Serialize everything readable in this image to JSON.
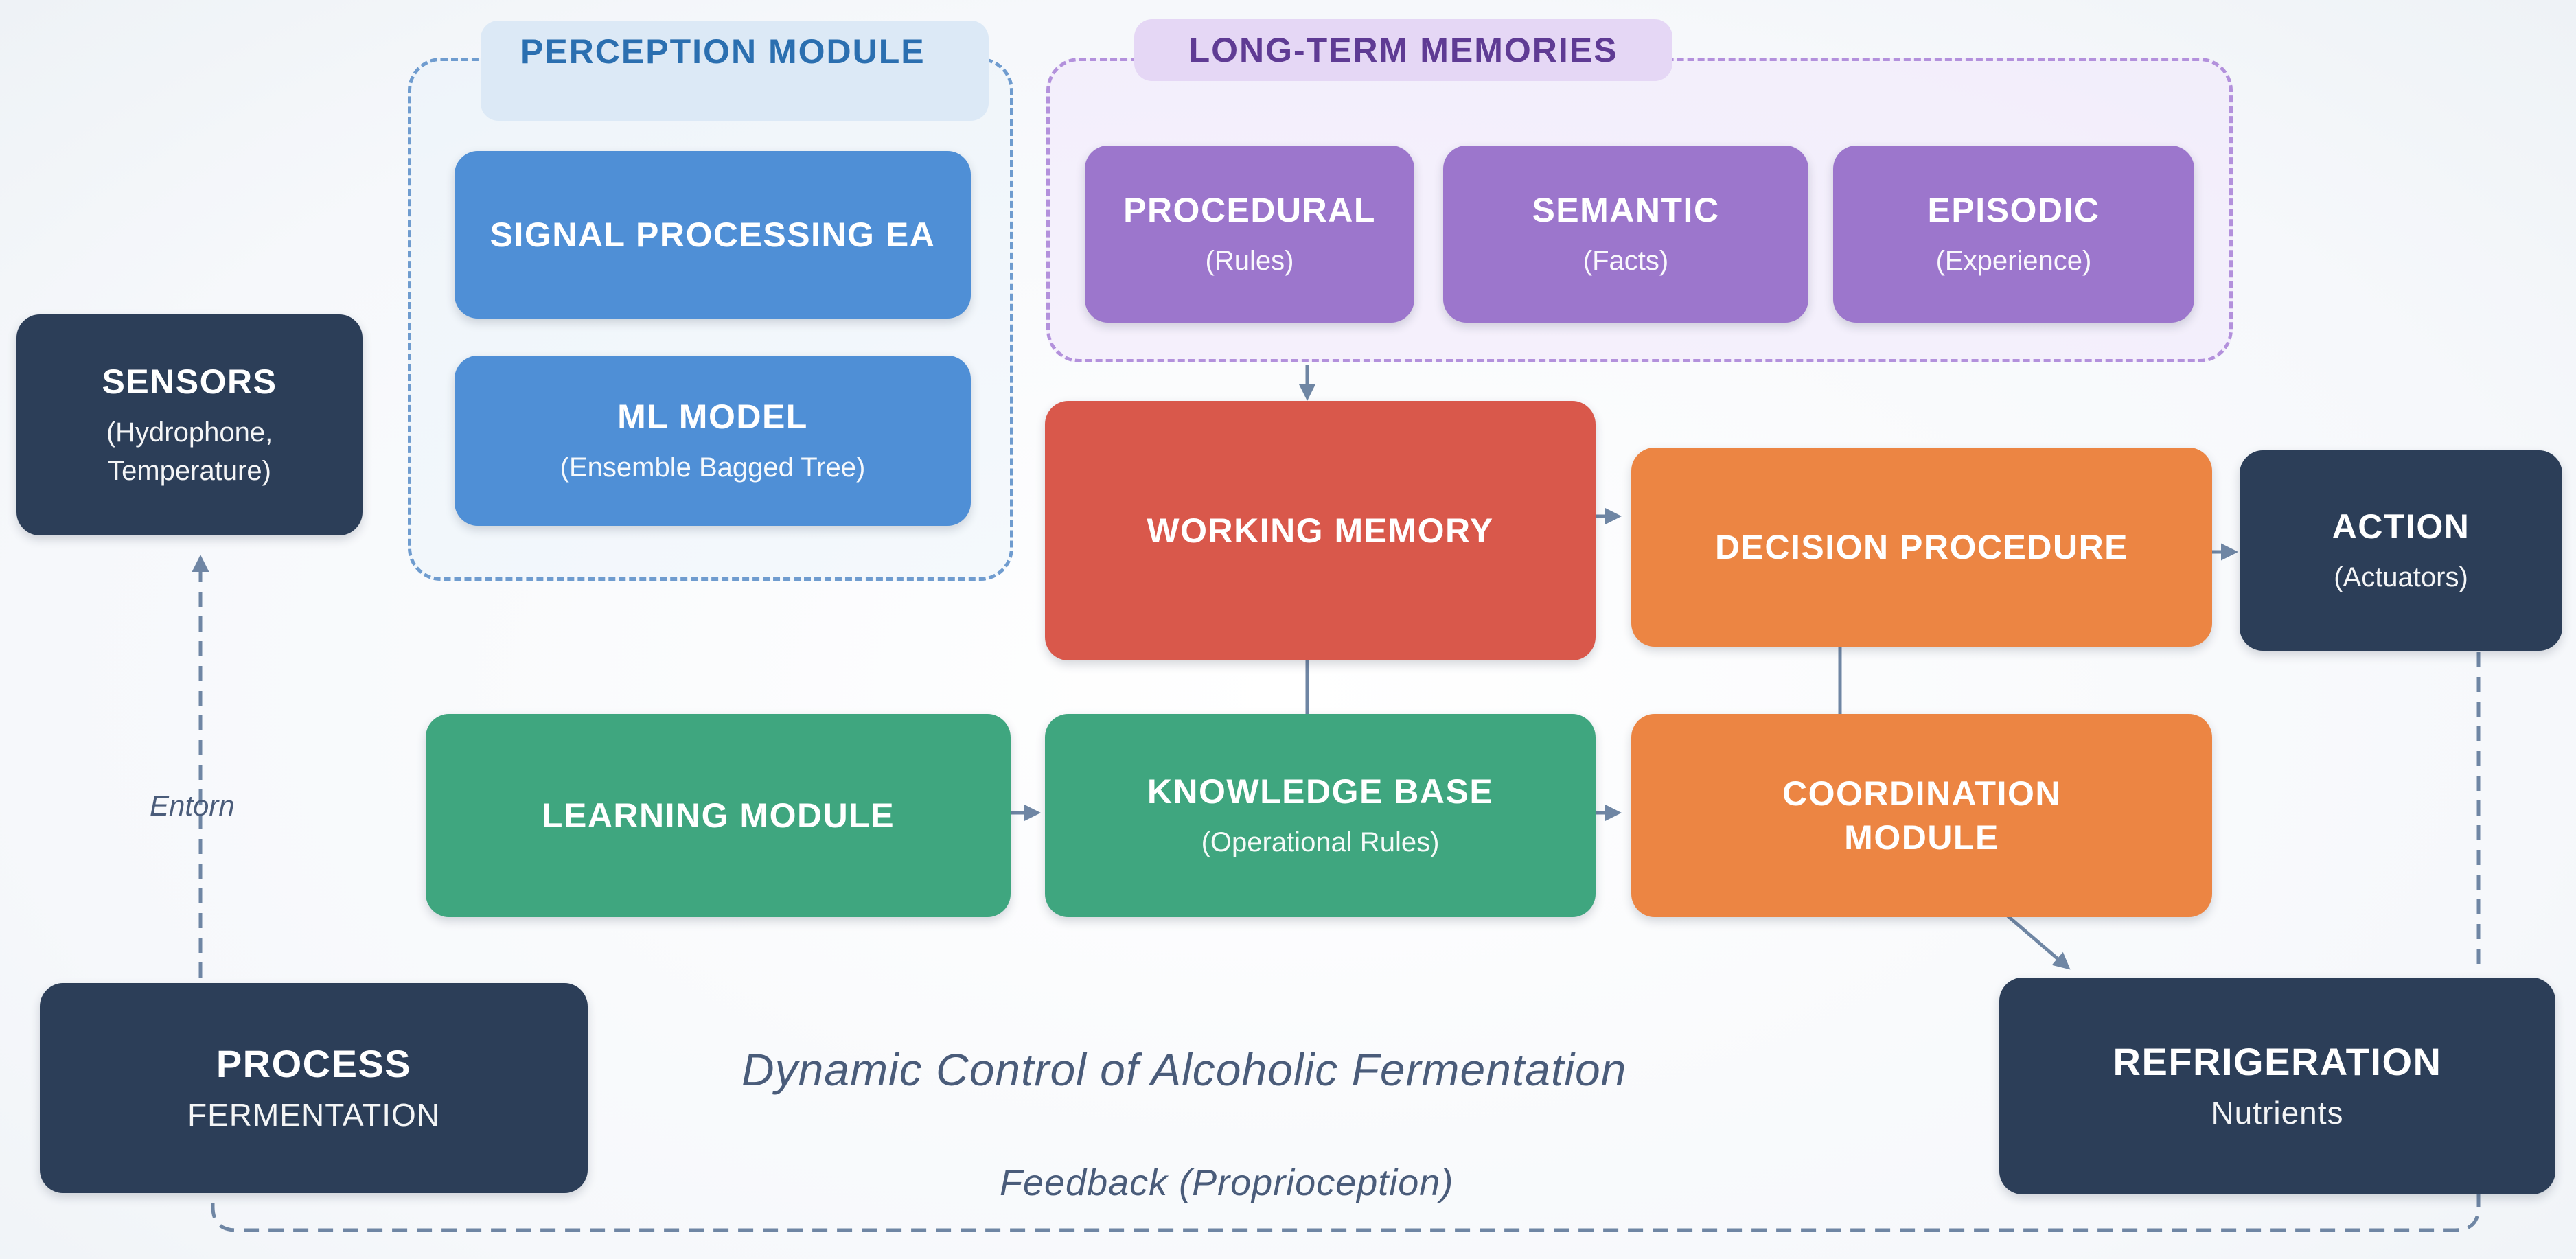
{
  "groups": {
    "perception": {
      "label": "PERCEPTION MODULE"
    },
    "long_term": {
      "label": "LONG-TERM MEMORIES"
    }
  },
  "nodes": {
    "sensors": {
      "title": "SENSORS",
      "subtitle": "(Hydrophone, Temperature)"
    },
    "signal_processing": {
      "title": "SIGNAL PROCESSING EA"
    },
    "ml_model": {
      "title": "ML MODEL",
      "subtitle": "(Ensemble Bagged Tree)"
    },
    "procedural": {
      "title": "PROCEDURAL",
      "subtitle": "(Rules)"
    },
    "semantic": {
      "title": "SEMANTIC",
      "subtitle": "(Facts)"
    },
    "episodic": {
      "title": "EPISODIC",
      "subtitle": "(Experience)"
    },
    "working_memory": {
      "title": "WORKING MEMORY"
    },
    "decision_procedure": {
      "title": "DECISION PROCEDURE"
    },
    "action": {
      "title": "ACTION",
      "subtitle": "(Actuators)"
    },
    "learning_module": {
      "title": "LEARNING MODULE"
    },
    "knowledge_base": {
      "title": "KNOWLEDGE BASE",
      "subtitle": "(Operational Rules)"
    },
    "coordination_module": {
      "title": "COORDINATION MODULE"
    },
    "process": {
      "title": "PROCESS",
      "subtitle": "FERMENTATION"
    },
    "refrigeration": {
      "title": "REFRIGERATION",
      "subtitle": "Nutrients"
    }
  },
  "captions": {
    "entorn": "Entorn",
    "diagram_title": "Dynamic Control of Alcoholic Fermentation",
    "feedback": "Feedback (Proprioception)"
  },
  "colors": {
    "dark": "#2c3e58",
    "perception_blue": "#4f8fd6",
    "memory_purple": "#9c76cc",
    "working_red": "#d9584b",
    "decision_orange": "#ec8543",
    "learning_green": "#3fa67f",
    "connector": "#6f86a4"
  }
}
